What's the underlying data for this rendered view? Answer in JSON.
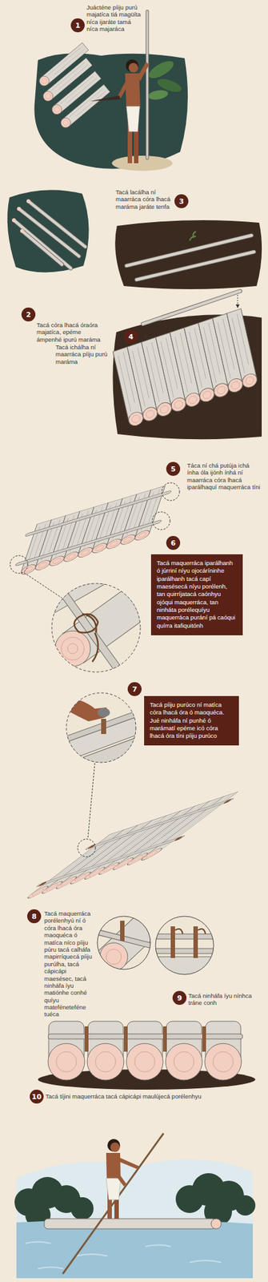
{
  "diagram": {
    "nodes": [
      {
        "text": [
          "1"
        ]
      },
      {
        "text": [
          "2"
        ]
      },
      {
        "text": [
          "3"
        ]
      },
      {
        "text": [
          "4"
        ]
      },
      {
        "text": [
          "5"
        ]
      },
      {
        "text": [
          "6"
        ]
      },
      {
        "text": [
          "Tacá maquerráca iparálhanh ó júrriní níyu ojocáríninhe iparálhanh tacá capí maesésecá níyu porélenh, tan quirríjatacá caónhyu ojóqui maquerráca, tan ninháta porélequíyu maquerráca purání pá caóqui quírra itafiquitónh"
        ]
      },
      {
        "text": [
          "7"
        ]
      },
      {
        "text": [
          "Tacá píiju purúco ní matíca córa lhacá óra ó maoquéca. Jué ninháfa ní punhé ó marámatí epéme icó córa lhacá óra tíni píiju purúco"
        ]
      },
      {
        "text": [
          "8"
        ]
      },
      {
        "text": [
          "9"
        ]
      },
      {
        "text": [
          "10"
        ]
      }
    ],
    "labels": [
      "Juácténe píiju purú majatíca tiá magüíta níca ijaráte tamá níca majaráca",
      "Tacá córa lhacá óraóra majatíca, epéme ámpenhé ipurú maráma",
      "Tacá lacálha ní maarráca córa lhacá maráma jaráte tenfa",
      "Tacá ichálha ní maarráca píiju purú maráma",
      "Táca ní chá putúja ichá ínha óla ijónh ínhá ní maarráca córa lhacá iparálhaquí maquerráca tíni",
      "Tacá maquerráca porélenhyú ní ó córa lhacá óra maoquéca ó matíca níco píiju púru tacá calháfa mapirríquecá píiju purúlha, tacá cápicápi maesésec, tacá ninháfa íyu matiónhe conhé quíyu mateféneteféne tuéca",
      "Tacá ninháfa íyu nínhca tráne conh",
      "Tacá tíjini maquerráca tacá cápicápi maulújecá porélenhyu"
    ]
  }
}
